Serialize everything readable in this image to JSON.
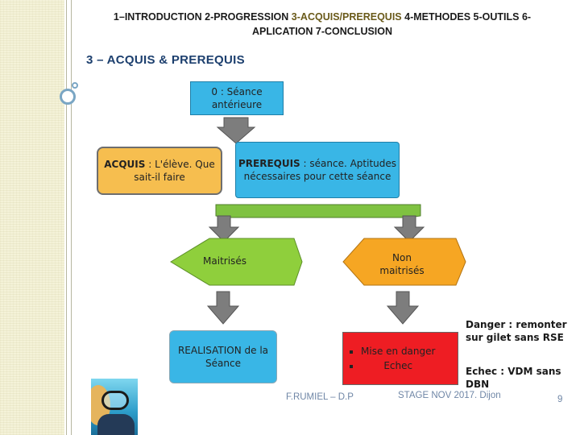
{
  "nav": {
    "part1": "1–INTRODUCTION 2-PROGRESSION ",
    "part2": "3-ACQUIS/PREREQUIS",
    "part3": " 4-METHODES 5-OUTILS 6-",
    "part4": "APLICATION 7-CONCLUSION"
  },
  "section_title": "3 – ACQUIS & PREREQUIS",
  "boxes": {
    "seance": "0 : Séance antérieure",
    "acquis_bold": "ACQUIS",
    "acquis_rest": " : L'élève. Que sait-il faire",
    "prereq_bold": "PREREQUIS",
    "prereq_rest": " : séance. Aptitudes nécessaires pour cette séance",
    "maitrises": "Maitrisés",
    "non_maitrises": "Non maitrisés",
    "realisation": "REALISATION de la Séance",
    "red_items": [
      "Mise en danger",
      "Echec"
    ]
  },
  "notes": {
    "danger": "Danger : remonter sur gilet sans RSE",
    "echec": "Echec : VDM sans DBN"
  },
  "footer": {
    "author": "F.RUMIEL – D.P",
    "stage": "STAGE NOV 2017. Dijon",
    "page": "9"
  },
  "colors": {
    "blue_box": "#39b6e6",
    "orange_box": "#f6be4f",
    "green_hex": "#8fcf3c",
    "red_box": "#ee1d23",
    "arrow": "#7d7d7d"
  }
}
